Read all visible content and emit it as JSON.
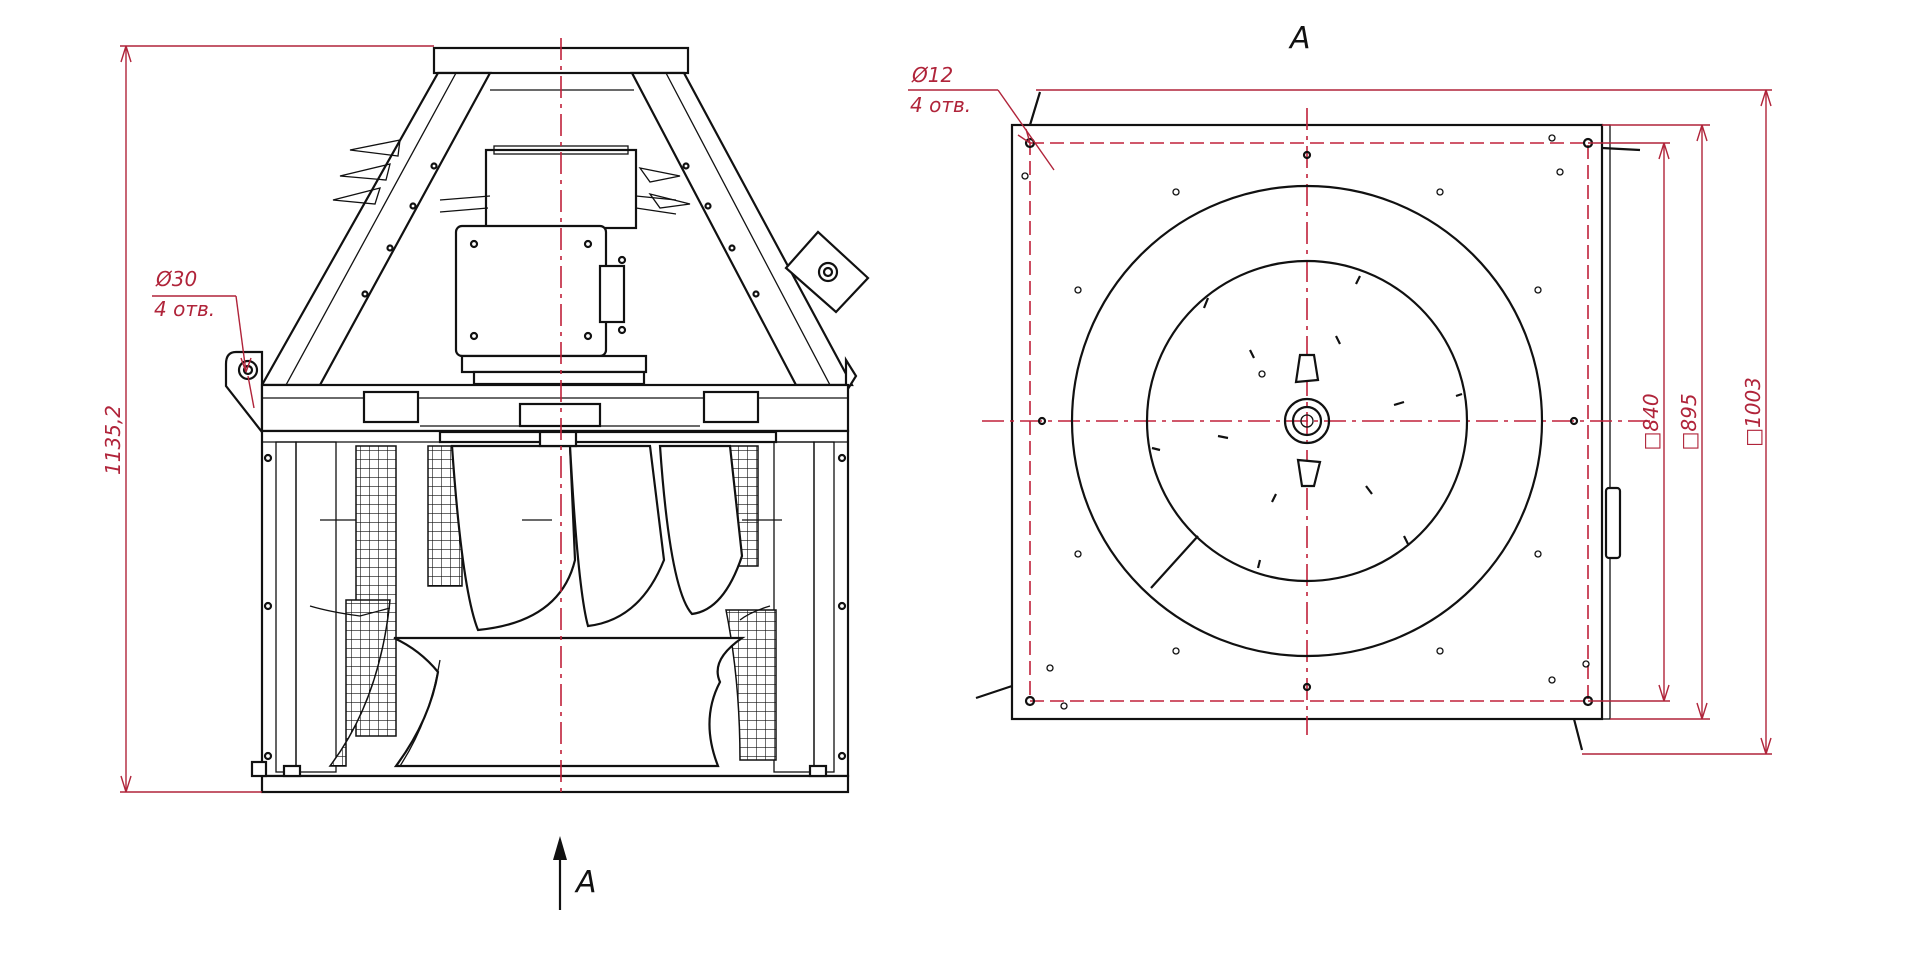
{
  "labels": {
    "view_a_title": "A",
    "view_a_arrow_label": "A",
    "hole_d30": "Ø30",
    "hole_d30_count": "4 отв.",
    "height_dim": "1135,2",
    "hole_d12": "Ø12",
    "hole_d12_count": "4 отв.",
    "dim_840": "□840",
    "dim_895": "□895",
    "dim_1003": "□1003"
  },
  "colors": {
    "line": "#111111",
    "dimension": "#b0243a",
    "background": "#ffffff"
  }
}
